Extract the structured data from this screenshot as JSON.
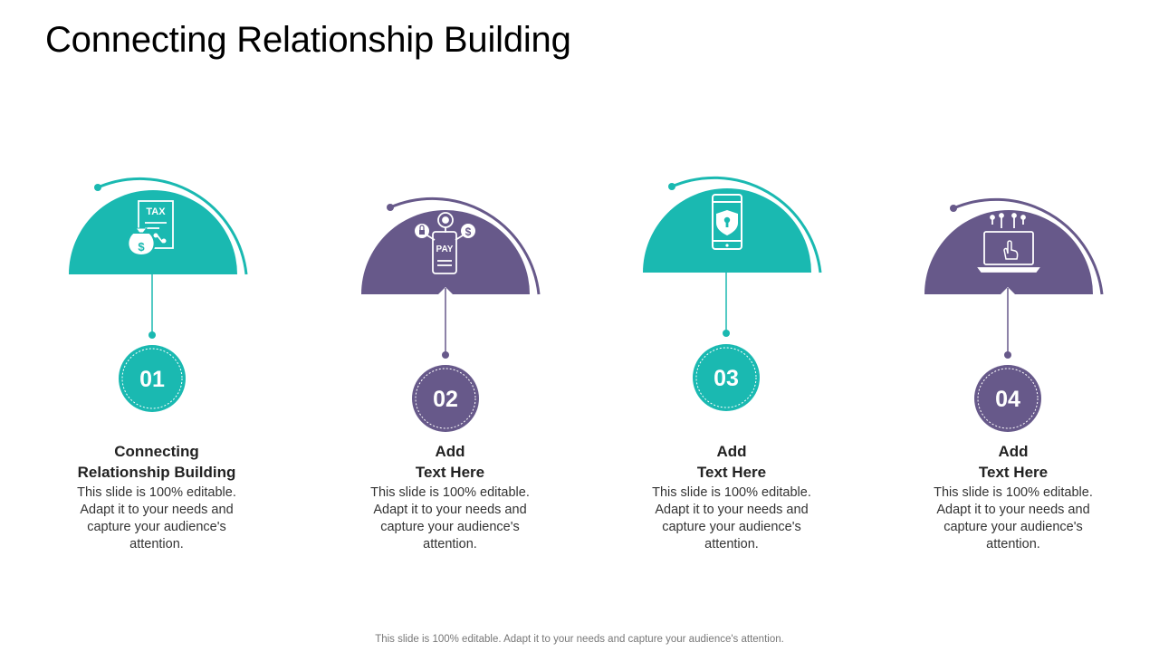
{
  "title": "Connecting Relationship Building",
  "colors": {
    "teal": "#1ab9b1",
    "purple": "#67598a"
  },
  "steps": [
    {
      "number": "01",
      "heading_line1": "Connecting",
      "heading_line2": "Relationship Building",
      "body": "This slide is 100% editable. Adapt it to your needs and capture your audience's attention.",
      "color": "teal",
      "icon": "tax-money-bag-icon",
      "icon_label": "TAX"
    },
    {
      "number": "02",
      "heading_line1": "Add",
      "heading_line2": "Text Here",
      "body": "This slide is 100% editable. Adapt it to your needs and capture your audience's attention.",
      "color": "purple",
      "icon": "mobile-payment-icon",
      "icon_label": "PAY"
    },
    {
      "number": "03",
      "heading_line1": "Add",
      "heading_line2": "Text Here",
      "body": "This slide is 100% editable. Adapt it to your needs and capture your audience's attention.",
      "color": "teal",
      "icon": "phone-security-shield-icon"
    },
    {
      "number": "04",
      "heading_line1": "Add",
      "heading_line2": "Text Here",
      "body": "This slide is 100% editable. Adapt it to your needs and capture your audience's attention.",
      "color": "purple",
      "icon": "laptop-touch-icon"
    }
  ],
  "footer": "This slide is 100% editable. Adapt it to your needs and capture your audience's attention."
}
